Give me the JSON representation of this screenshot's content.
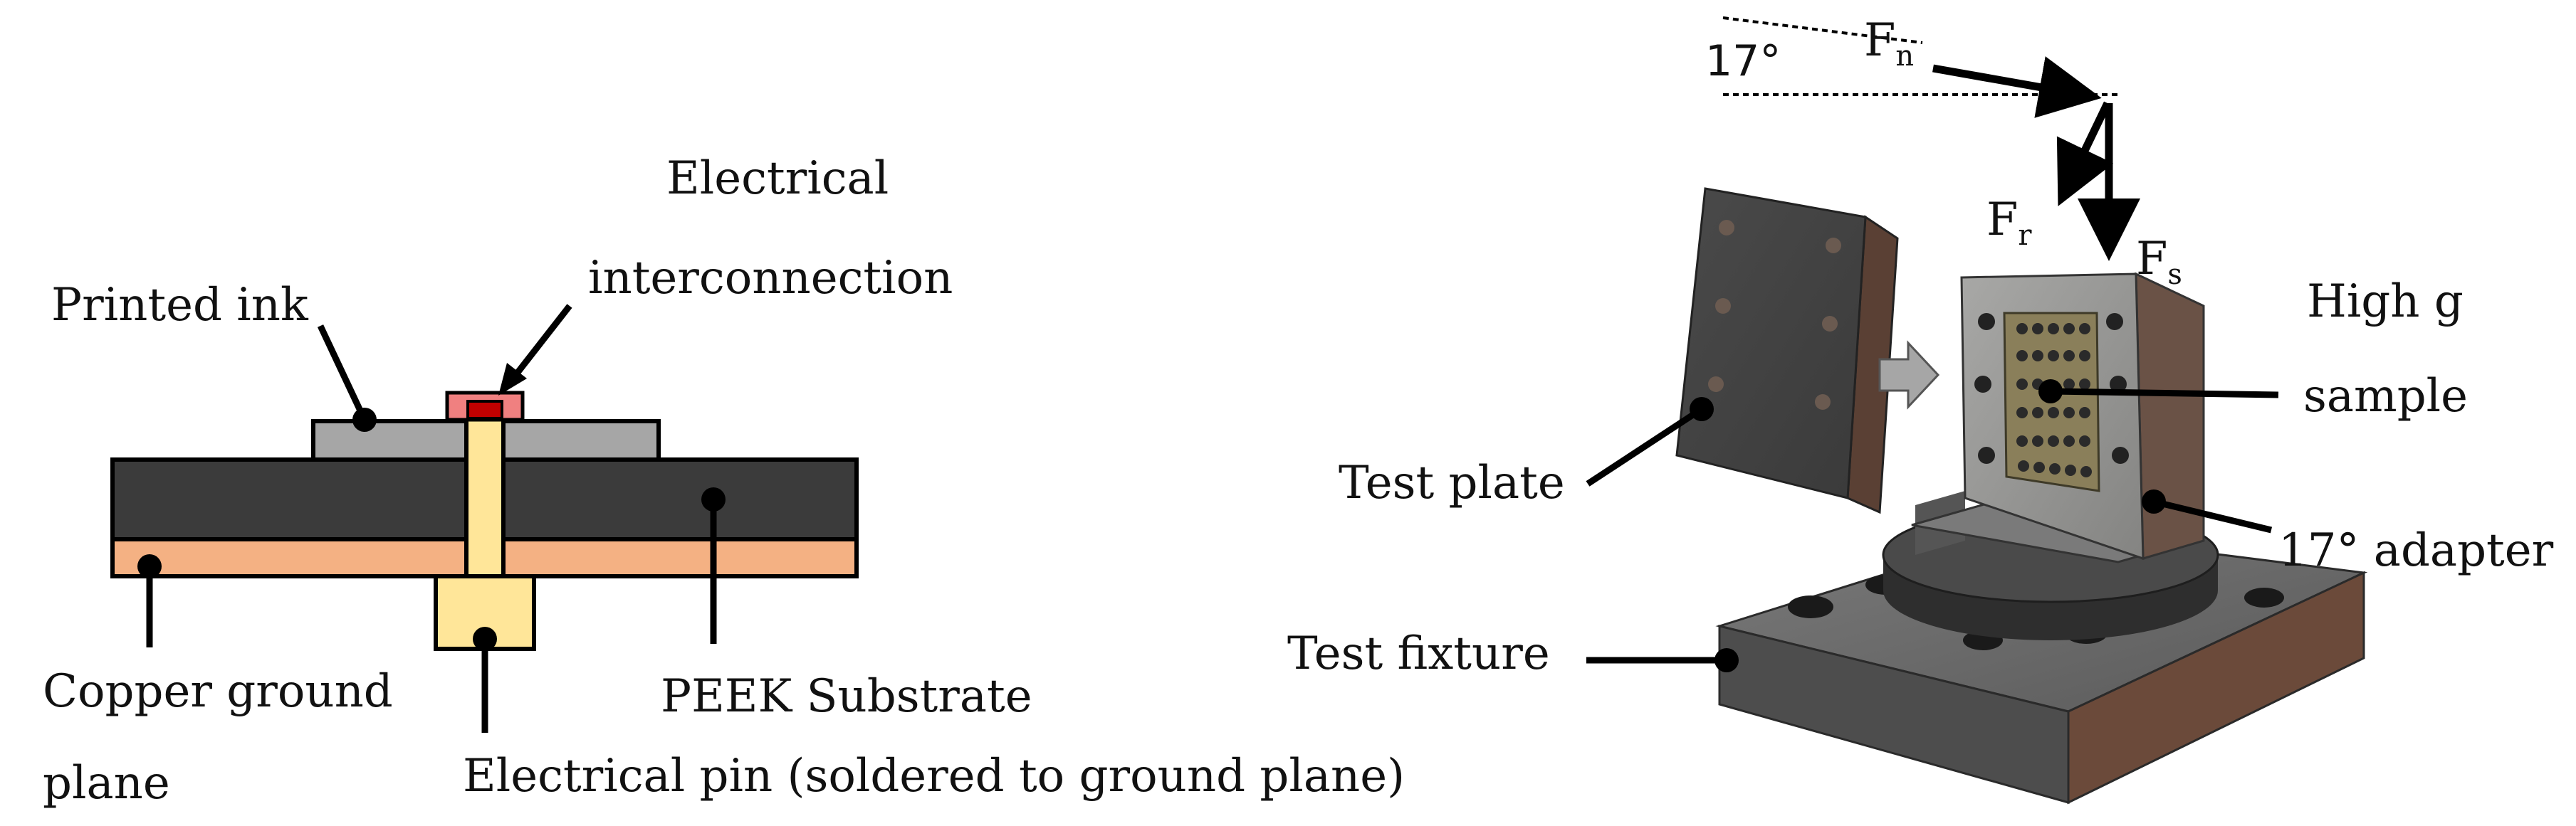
{
  "left_diagram": {
    "labels": {
      "electrical_line1": "Electrical",
      "electrical_line2": "interconnection",
      "printed_ink": "Printed ink",
      "copper_line1": "Copper ground",
      "copper_line2": "plane",
      "peek": "PEEK Substrate",
      "pin": "Electrical pin (soldered to ground plane)"
    },
    "colors": {
      "substrate": "#3b3b3b",
      "ink": "#a6a6a6",
      "copper": "#f4b183",
      "pin": "#ffe699",
      "interconnect_outer": "#f08080",
      "interconnect_inner": "#c00000"
    }
  },
  "right_diagram": {
    "force_labels": {
      "angle": "17°",
      "fn_main": "F",
      "fn_sub": "n",
      "fr_main": "F",
      "fr_sub": "r",
      "fs_main": "F",
      "fs_sub": "s"
    },
    "labels": {
      "high_g_line1": "High g",
      "high_g_line2": "sample",
      "test_plate": "Test plate",
      "adapter": "17° adapter",
      "fixture": "Test fixture"
    },
    "colors": {
      "metal_dark": "#3a3a3a",
      "metal_mid": "#5a5a5a",
      "metal_light": "#8c8c8c",
      "metal_face": "#9a9a98",
      "rust": "#6b4a3a",
      "sample": "#8a7f5a"
    }
  }
}
